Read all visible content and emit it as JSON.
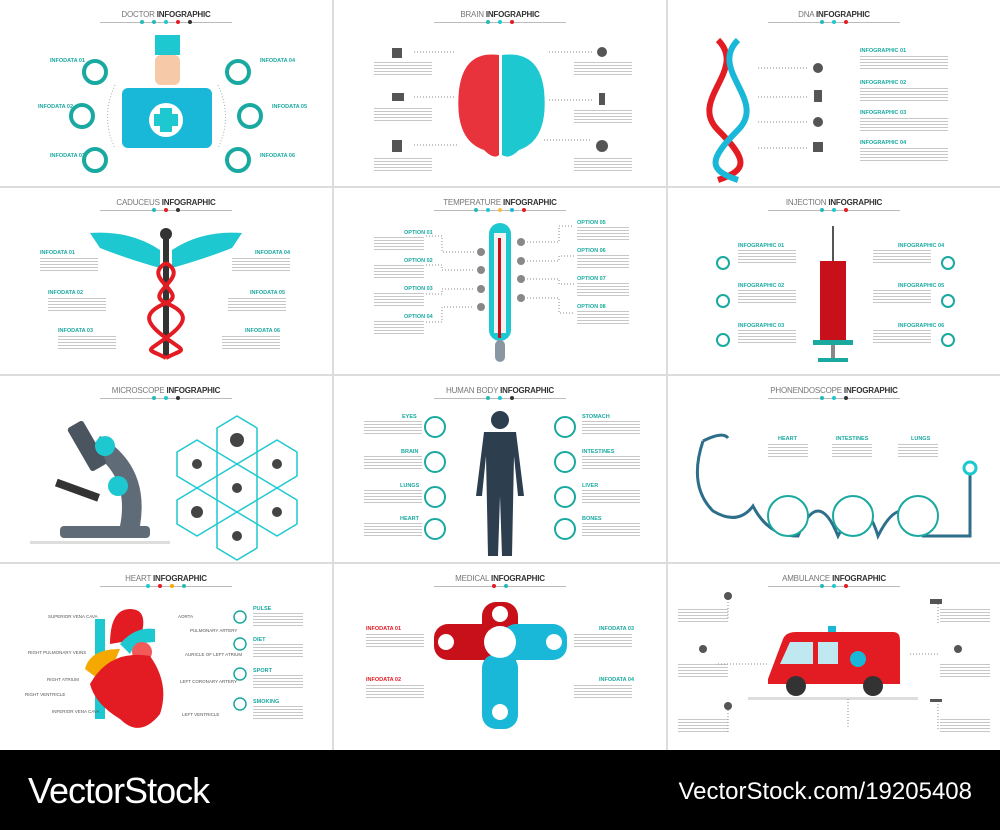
{
  "panels": [
    {
      "title_light": "DOCTOR",
      "title_bold": "INFOGRAPHIC",
      "labels": [
        "INFODATA 01",
        "INFODATA 02",
        "INFODATA 03",
        "INFODATA 04",
        "INFODATA 05",
        "INFODATA 06"
      ]
    },
    {
      "title_light": "BRAIN",
      "title_bold": "INFOGRAPHIC"
    },
    {
      "title_light": "DNA",
      "title_bold": "INFOGRAPHIC",
      "labels": [
        "INFOGRAPHIC 01",
        "INFOGRAPHIC 02",
        "INFOGRAPHIC 03",
        "INFOGRAPHIC 04"
      ]
    },
    {
      "title_light": "CADUCEUS",
      "title_bold": "INFOGRAPHIC",
      "labels": [
        "INFODATA 01",
        "INFODATA 02",
        "INFODATA 03",
        "INFODATA 04",
        "INFODATA 05",
        "INFODATA 06"
      ]
    },
    {
      "title_light": "TEMPERATURE",
      "title_bold": "INFOGRAPHIC",
      "labels": [
        "OPTION 01",
        "OPTION 02",
        "OPTION 03",
        "OPTION 04",
        "OPTION 05",
        "OPTION 06",
        "OPTION 07",
        "OPTION 08"
      ]
    },
    {
      "title_light": "INJECTION",
      "title_bold": "INFOGRAPHIC",
      "labels": [
        "INFOGRAPHIC 01",
        "INFOGRAPHIC 02",
        "INFOGRAPHIC 03",
        "INFOGRAPHIC 04",
        "INFOGRAPHIC 05",
        "INFOGRAPHIC 06"
      ]
    },
    {
      "title_light": "MICROSCOPE",
      "title_bold": "INFOGRAPHIC"
    },
    {
      "title_light": "HUMAN BODY",
      "title_bold": "INFOGRAPHIC",
      "labels": [
        "EYES",
        "BRAIN",
        "LUNGS",
        "HEART",
        "STOMACH",
        "INTESTINES",
        "LIVER",
        "BONES"
      ]
    },
    {
      "title_light": "PHONENDOSCOPE",
      "title_bold": "INFOGRAPHIC",
      "labels": [
        "HEART",
        "INTESTINES",
        "LUNGS"
      ]
    },
    {
      "title_light": "HEART",
      "title_bold": "INFOGRAPHIC",
      "labels": [
        "SUPERIOR VENA CAVA",
        "AORTA",
        "PULMONARY ARTERY",
        "RIGHT PULMONARY VEINS",
        "AURICLE OF LEFT ATRIUM",
        "RIGHT ATRIUM",
        "LEFT CORONARY ARTERY",
        "RIGHT VENTRICLE",
        "INFERIOR VENA CAVA",
        "LEFT VENTRICLE",
        "PULSE",
        "DIET",
        "SPORT",
        "SMOKING"
      ]
    },
    {
      "title_light": "MEDICAL",
      "title_bold": "INFOGRAPHIC",
      "labels": [
        "INFODATA 01",
        "INFODATA 02",
        "INFODATA 03",
        "INFODATA 04"
      ]
    },
    {
      "title_light": "AMBULANCE",
      "title_bold": "INFOGRAPHIC"
    }
  ],
  "colors": {
    "teal": "#1aa9a0",
    "cyan": "#1ec8d0",
    "red": "#e31b23",
    "yellow": "#f5a800",
    "dark": "#333333"
  },
  "footer": {
    "brand": "VectorStock",
    "ref": "VectorStock.com/19205408"
  }
}
